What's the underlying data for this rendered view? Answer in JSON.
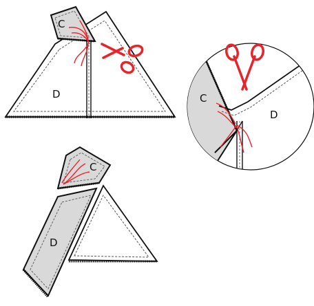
{
  "colors": {
    "scissors": "#e8242a",
    "thread": "#e8242a",
    "panel_fill": "#d9d9d9",
    "outline": "#111111",
    "stitch": "#555555",
    "background": "#ffffff"
  },
  "steps": [
    {
      "panels": [
        {
          "label": "C",
          "shaded": true
        },
        {
          "label": "D",
          "shaded": false
        }
      ],
      "icons": [
        "scissors-icon",
        "thread-ends"
      ]
    },
    {
      "detail_view": true,
      "panels": [
        {
          "label": "C",
          "shaded": true
        },
        {
          "label": "D",
          "shaded": false
        }
      ],
      "icons": [
        "scissors-icon",
        "thread-ends"
      ]
    },
    {
      "panels": [
        {
          "label": "C",
          "shaded": true
        },
        {
          "label": "D",
          "shaded": true
        }
      ],
      "icons": [
        "thread-ends"
      ]
    }
  ]
}
